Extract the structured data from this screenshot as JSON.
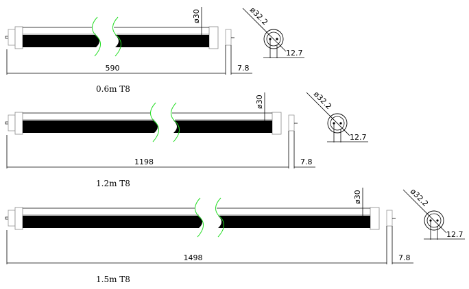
{
  "tubes": [
    {
      "name": "0.6m T8",
      "length": "590",
      "pin_offset": "7.8",
      "tube_diameter": "ø30",
      "end_diameter": "ø32.2",
      "pin_spacing": "12.7"
    },
    {
      "name": "1.2m T8",
      "length": "1198",
      "pin_offset": "7.8",
      "tube_diameter": "ø30",
      "end_diameter": "ø32.2",
      "pin_spacing": "12.7"
    },
    {
      "name": "1.5m T8",
      "length": "1498",
      "pin_offset": "7.8",
      "tube_diameter": "ø30",
      "end_diameter": "ø32.2",
      "pin_spacing": "12.7"
    }
  ],
  "colors": {
    "line": "#000000",
    "break": "#22dd22",
    "cap": "#888888"
  }
}
